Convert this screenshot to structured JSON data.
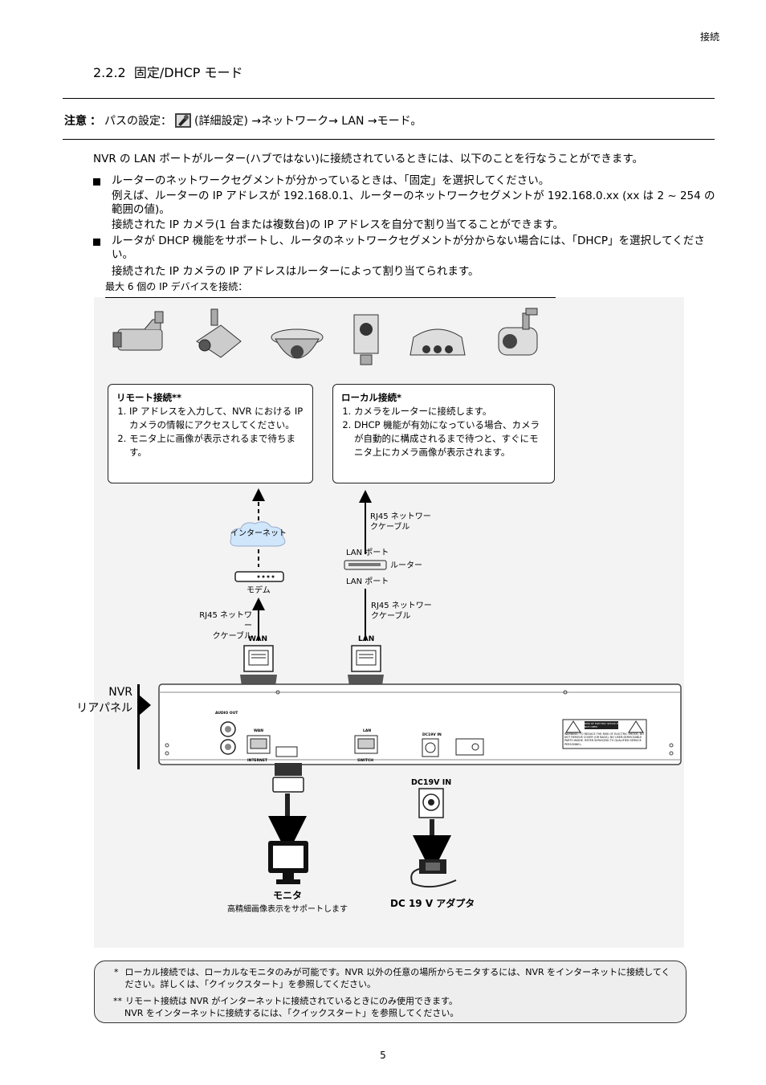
{
  "header": {
    "section": "接続"
  },
  "heading": {
    "number": "2.2.2",
    "title": "固定/DHCP モード"
  },
  "note": {
    "label": "注意",
    "path_prefix": "パスの設定：",
    "path_suffix": "(詳細設定) →ネットワーク→ LAN →モード。",
    "icon": "advanced-config-icon"
  },
  "intro": "NVR の LAN ポートがルーター(ハブではない)に接続されているときには、以下のことを行なうことができます。",
  "bullets": [
    {
      "lines": [
        "ルーターのネットワークセグメントが分かっているときは、「固定」を選択してください。",
        "例えば、ルーターの IP アドレスが 192.168.0.1、ルーターのネットワークセグメントが 192.168.0.xx (xx は 2 ~ 254 の範囲の値)。",
        "接続された IP カメラ(1 台または複数台)の IP アドレスを自分で割り当てることができます。"
      ]
    },
    {
      "lines": [
        "ルータが DHCP 機能をサポートし、ルータのネットワークセグメントが分からない場合には、「DHCP」を選択してください。",
        "接続された IP カメラの IP アドレスはルーターによって割り当てられます。"
      ]
    }
  ],
  "diagram": {
    "caption": "最大 6 個の IP デバイスを接続：",
    "remote": {
      "title": "リモート接続**",
      "items": [
        "IP アドレスを入力して、NVR における IP カメラの情報にアクセスしてください。",
        "モニタ上に画像が表示されるまで待ちます。"
      ]
    },
    "local": {
      "title": "ローカル接続*",
      "items": [
        "カメラをルーターに接続します。",
        "DHCP 機能が有効になっている場合、カメラが自動的に構成されるまで待つと、すぐにモニタ上にカメラ画像が表示されます。"
      ]
    },
    "internet": "インターネット",
    "modem": "モデム",
    "cable_left": [
      "RJ45 ネットワー",
      "クケーブル"
    ],
    "cable_top": [
      "RJ45 ネットワー",
      "クケーブル"
    ],
    "cable_mid": [
      "RJ45 ネットワー",
      "クケーブル"
    ],
    "lan_port_top": "LAN ポート",
    "router": "ルーター",
    "lan_port_bottom": "LAN ポート",
    "wan": "WAN",
    "lan": "LAN",
    "nvr_label": [
      "NVR",
      "リアパネル"
    ],
    "panel": {
      "audio_out": "AUDIO OUT",
      "wan": "WAN",
      "internet": "INTERNET",
      "lan": "LAN",
      "switch": "SWITCH",
      "dc": "DC19V IN",
      "warning_title": "RISK OF ELECTRIC SHOCK DO NOT OPEN",
      "warning_text": "WARNING: TO REDUCE THE RISK OF ELECTRIC SHOCK, DO NOT REMOVE COVER (OR BACK). NO USER-SERVICEABLE PARTS INSIDE. REFER SERVICING TO QUALIFIED SERVICE PERSONNEL."
    },
    "dc_in": "DC19V IN",
    "monitor": "モニタ",
    "monitor_sub": "高精細画像表示をサポートします",
    "adapter": "DC 19 V アダプタ"
  },
  "footnotes": {
    "f1_mark": "*",
    "f1": "ローカル接続では、ローカルなモニタのみが可能です。NVR 以外の任意の場所からモニタするには、NVR をインターネットに接続してください。詳しくは、「クイックスタート」を参照してください。",
    "f2_mark": "**",
    "f2a": "リモート接続は NVR がインターネットに接続されているときにのみ使用できます。",
    "f2b": "NVR をインターネットに接続するには、「クイックスタート」を参照してください。"
  },
  "page_number": "5"
}
